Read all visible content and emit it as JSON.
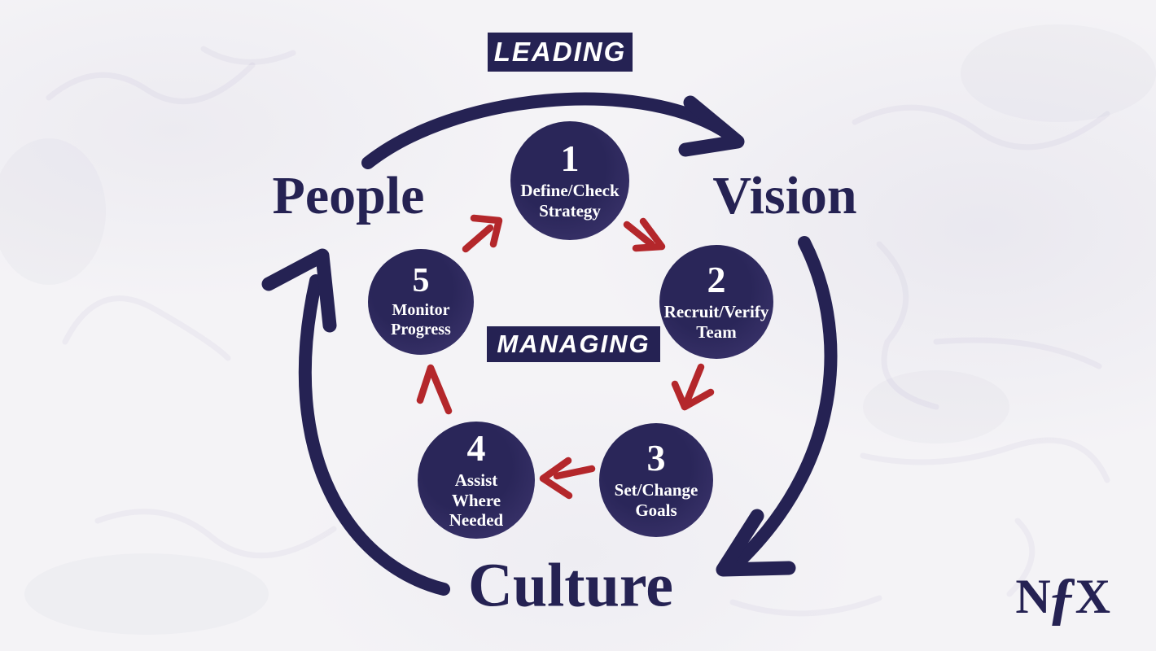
{
  "labels": {
    "leading": "LEADING",
    "managing": "MANAGING"
  },
  "pillars": {
    "people": "People",
    "vision": "Vision",
    "culture": "Culture"
  },
  "steps": [
    {
      "number": "1",
      "lines": [
        "Define/Check",
        "Strategy"
      ]
    },
    {
      "number": "2",
      "lines": [
        "Recruit/Verify",
        "Team"
      ]
    },
    {
      "number": "3",
      "lines": [
        "Set/Change",
        "Goals"
      ]
    },
    {
      "number": "4",
      "lines": [
        "Assist",
        "Where",
        "Needed"
      ]
    },
    {
      "number": "5",
      "lines": [
        "Monitor",
        "Progress"
      ]
    }
  ],
  "logo": {
    "n": "N",
    "f": "ƒ",
    "x": "X"
  },
  "colors": {
    "navy": "#252253",
    "red": "#b4272b",
    "background": "#f4f3f6",
    "label_bg": "#252253",
    "circle_gradient_start": "#2a2659",
    "circle_gradient_end": "#453c77",
    "white": "#ffffff"
  }
}
